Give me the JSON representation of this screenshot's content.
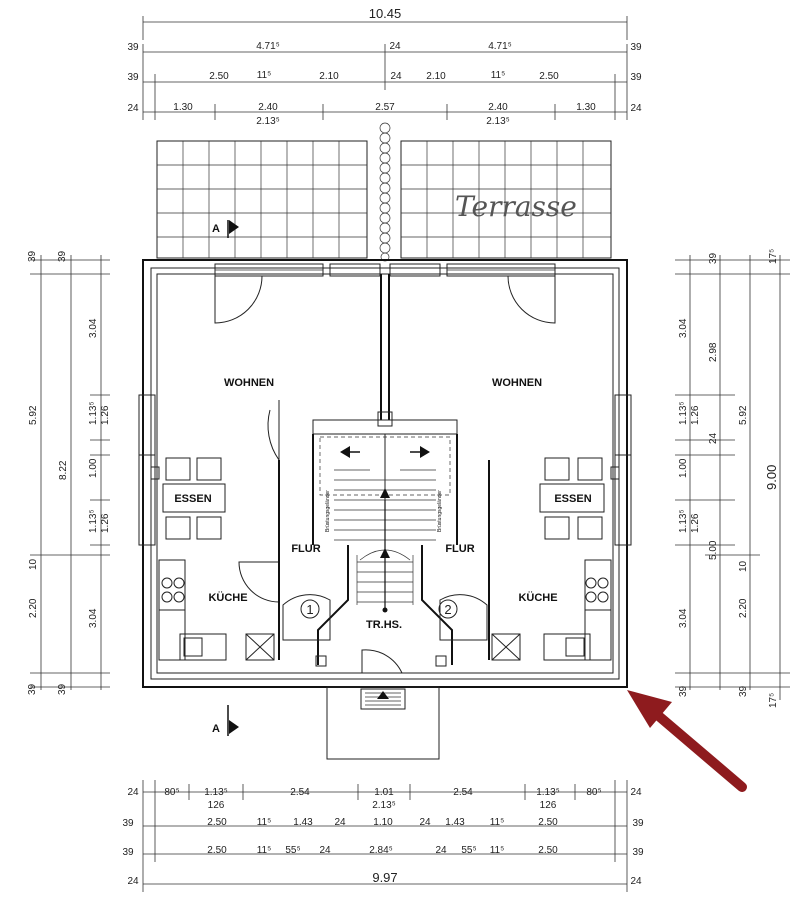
{
  "dimensions": {
    "top_overall": "10.45",
    "top_row1": [
      "39",
      "4.71⁵",
      "24",
      "4.71⁵",
      "39"
    ],
    "top_row2": [
      "39",
      "2.50",
      "11⁵",
      "2.10",
      "24",
      "2.10",
      "11⁵",
      "2.50",
      "39"
    ],
    "top_row3": [
      "24",
      "1.30",
      "2.40",
      "2.57",
      "2.40",
      "1.30",
      "24"
    ],
    "top_row3_sub": [
      "2.13⁵",
      "2.13⁵"
    ],
    "left_outer": [
      "39",
      "39",
      "5.92",
      "8.22",
      "10",
      "39",
      "39"
    ],
    "left_inner": [
      "3.04",
      "1.13⁵",
      "1.26",
      "1.00",
      "1.13⁵",
      "1.26",
      "2.20",
      "3.04"
    ],
    "right_inner": [
      "3.04",
      "1.13⁵",
      "1.26",
      "1.00",
      "1.13⁵",
      "1.26",
      "3.04",
      "39"
    ],
    "right_mid": [
      "39",
      "2.98",
      "24",
      "5.92",
      "5.00",
      "10",
      "2.20",
      "39"
    ],
    "right_outer": [
      "17⁵",
      "9.00",
      "17⁵"
    ],
    "bottom_row1": [
      "24",
      "80⁵",
      "1.13⁵",
      "2.54",
      "1.01",
      "2.54",
      "1.13⁵",
      "80⁵",
      "24"
    ],
    "bottom_row1_sub": [
      "126",
      "2.13⁵",
      "126"
    ],
    "bottom_row2": [
      "39",
      "2.50",
      "11⁵",
      "1.43",
      "24",
      "1.10",
      "24",
      "1.43",
      "11⁵",
      "2.50",
      "39"
    ],
    "bottom_row3": [
      "39",
      "2.50",
      "11⁵",
      "55⁵",
      "24",
      "2.84⁵",
      "24",
      "55⁵",
      "11⁵",
      "2.50",
      "39"
    ],
    "bottom_overall": [
      "24",
      "9.97",
      "24"
    ]
  },
  "rooms": {
    "left_living": "WOHNEN",
    "right_living": "WOHNEN",
    "left_dining": "ESSEN",
    "right_dining": "ESSEN",
    "left_hall": "FLUR",
    "right_hall": "FLUR",
    "left_kitchen": "KÜCHE",
    "right_kitchen": "KÜCHE",
    "stairwell": "TR.HS."
  },
  "unit_numbers": [
    "1",
    "2"
  ],
  "section_marker": "A",
  "terrace_label": "Terrasse",
  "stair_note": "Brüstungsgeländer",
  "colors": {
    "arrow": "#8e1b1e",
    "line": "#111111"
  }
}
